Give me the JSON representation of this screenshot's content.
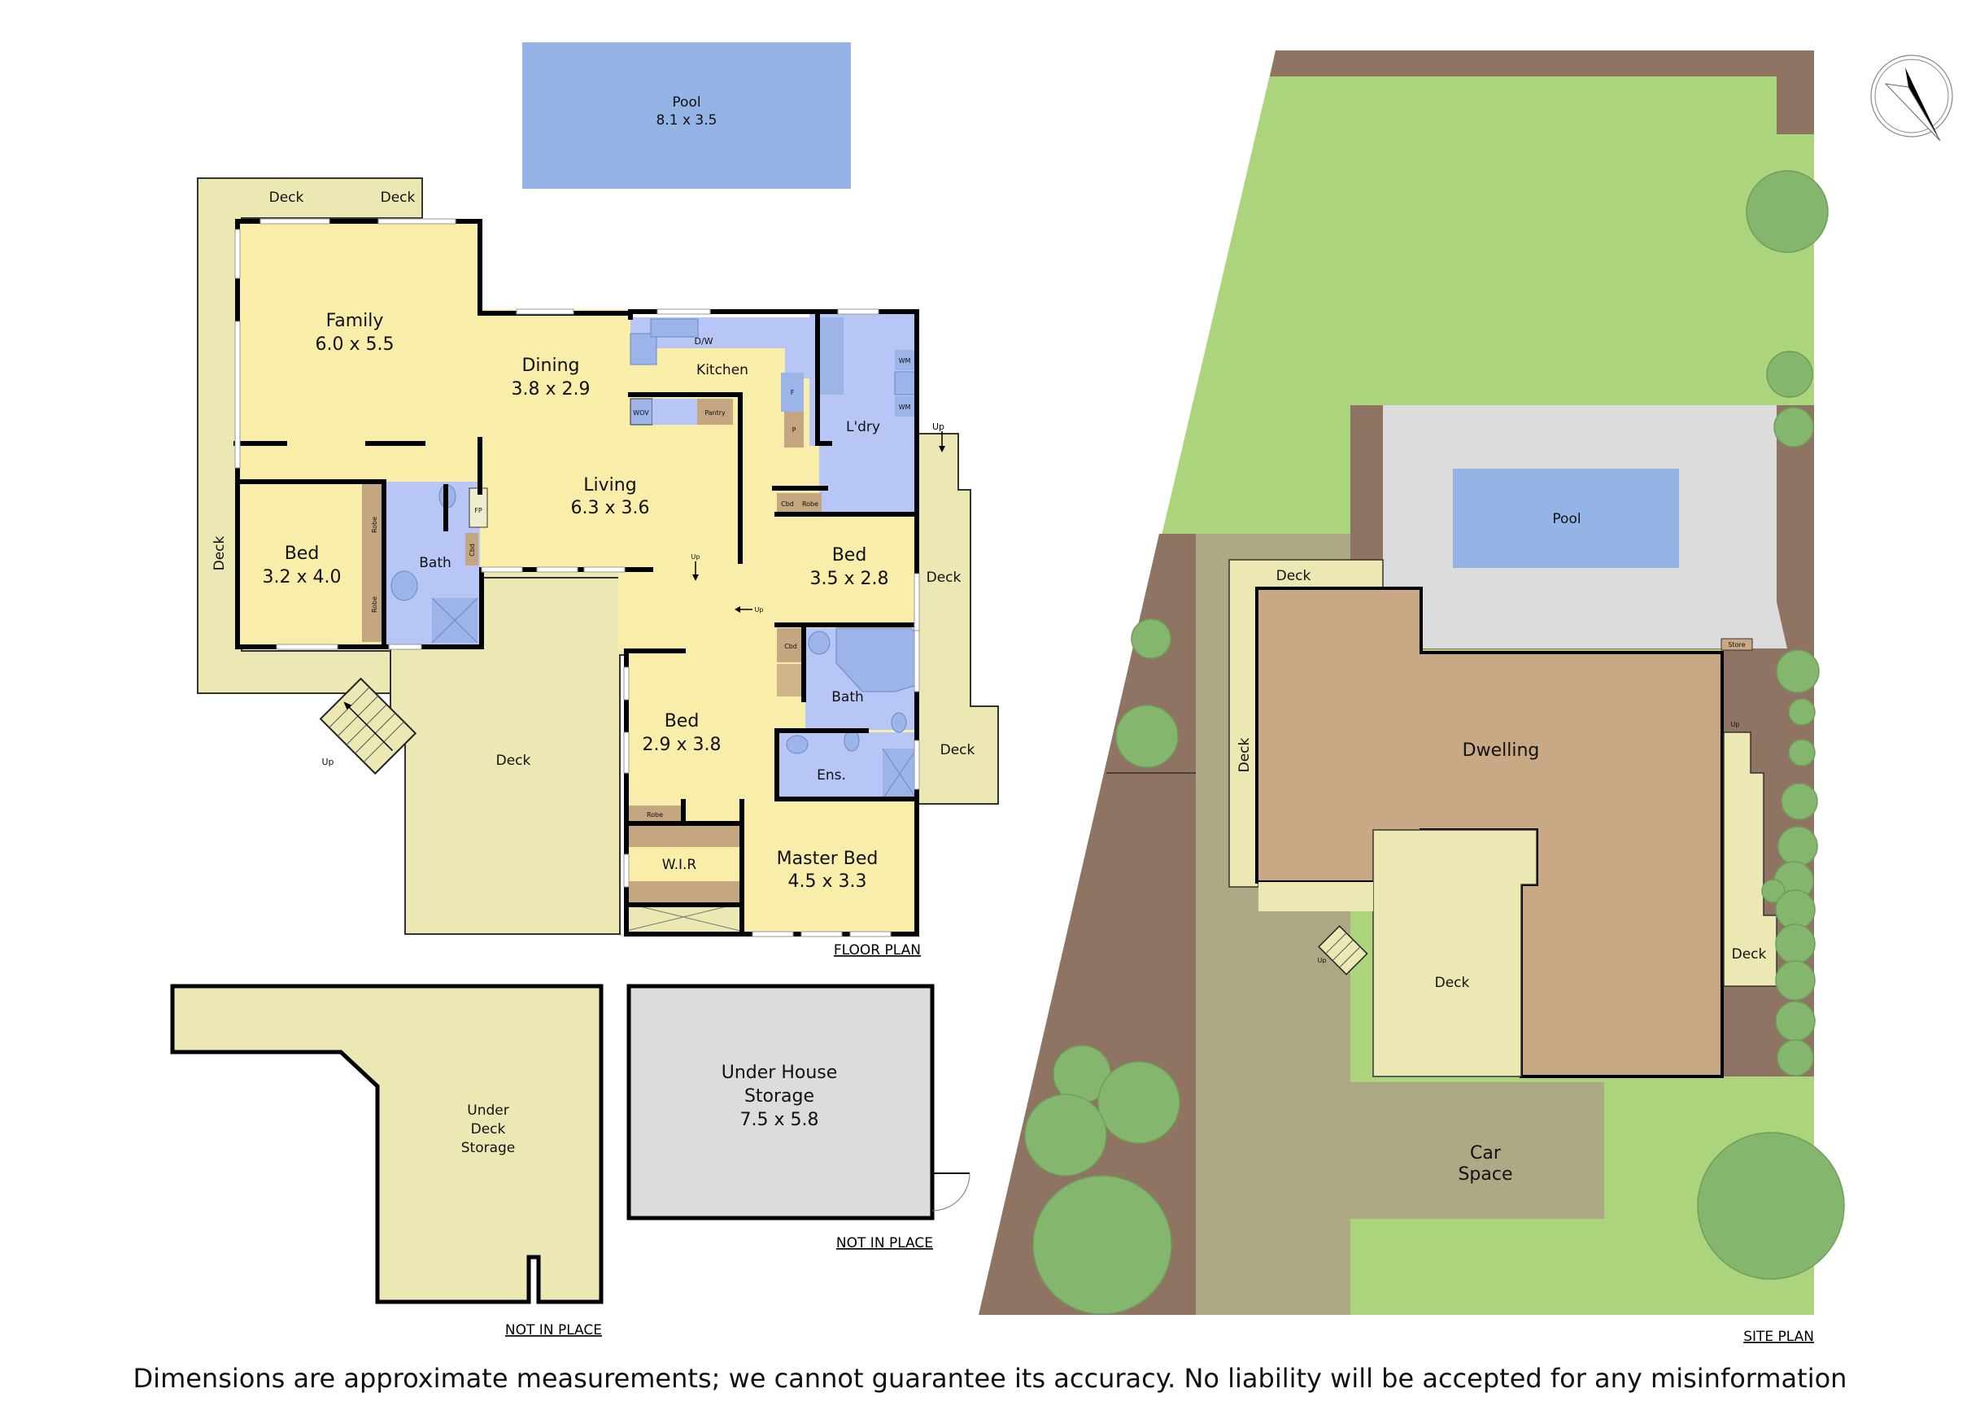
{
  "floor_plan": {
    "caption": "FLOOR PLAN",
    "pool": {
      "name": "Pool",
      "dim": "8.1 x 3.5"
    },
    "rooms": {
      "family": {
        "name": "Family",
        "dim": "6.0 x 5.5"
      },
      "dining": {
        "name": "Dining",
        "dim": "3.8 x 2.9"
      },
      "kitchen": {
        "name": "Kitchen"
      },
      "laundry": {
        "name": "L'dry"
      },
      "living": {
        "name": "Living",
        "dim": "6.3 x 3.6"
      },
      "bed1": {
        "name": "Bed",
        "dim": "3.2 x 4.0"
      },
      "bed2": {
        "name": "Bed",
        "dim": "3.5 x 2.8"
      },
      "bed3": {
        "name": "Bed",
        "dim": "2.9 x 3.8"
      },
      "master": {
        "name": "Master Bed",
        "dim": "4.5 x 3.3"
      },
      "bath1": {
        "name": "Bath"
      },
      "bath2": {
        "name": "Bath"
      },
      "ensuite": {
        "name": "Ens."
      },
      "wir": {
        "name": "W.I.R"
      }
    },
    "fixtures": {
      "dw": "D/W",
      "wov": "WOV",
      "pantry": "Pantry",
      "fridge": "F",
      "p": "P",
      "wm1": "WM",
      "wm2": "WM",
      "cbd1": "Cbd",
      "robe1": "Robe",
      "cbd2": "Cbd",
      "cbd3": "Cbd",
      "robe2": "Robe",
      "robe3": "Robe",
      "robe4": "Robe",
      "fp": "FP"
    },
    "decks": {
      "top_left": "Deck",
      "top_right": "Deck",
      "left": "Deck",
      "main": "Deck",
      "right_upper": "Deck",
      "right_lower": "Deck"
    },
    "stairs": {
      "up_left": "Up",
      "up_living": "Up",
      "up_hall": "Up",
      "up_right": "Up"
    }
  },
  "storage": {
    "under_deck": {
      "line1": "Under",
      "line2": "Deck",
      "line3": "Storage",
      "caption": "NOT IN PLACE"
    },
    "under_house": {
      "line1": "Under House",
      "line2": "Storage",
      "dim": "7.5 x 5.8",
      "caption": "NOT IN PLACE"
    }
  },
  "site_plan": {
    "caption": "SITE PLAN",
    "pool": "Pool",
    "dwelling": "Dwelling",
    "deck_top": "Deck",
    "deck_side": "Deck",
    "deck_front": "Deck",
    "deck_right": "Deck",
    "car_space_l1": "Car",
    "car_space_l2": "Space",
    "store": "Store",
    "up_front": "Up",
    "up_right": "Up"
  },
  "compass": {
    "icon": "north-arrow-icon"
  },
  "footer": {
    "disclaimer": "Dimensions are approximate measurements; we cannot guarantee its accuracy. No liability will be accepted for any misinformation"
  },
  "colors": {
    "room": "#f8eeaa",
    "deck": "#ebe8b4",
    "wet": "#b7c6f5",
    "joinery": "#c4a680",
    "pool": "#94b4e6",
    "grass": "#acd47c",
    "garden_bed": "#8f7363",
    "driveway": "#ada985",
    "paving": "#dcdcdc",
    "dwelling": "#c9a886",
    "tree": "#85b66e",
    "storage_grey": "#dcdcdc",
    "wall": "#000000"
  }
}
